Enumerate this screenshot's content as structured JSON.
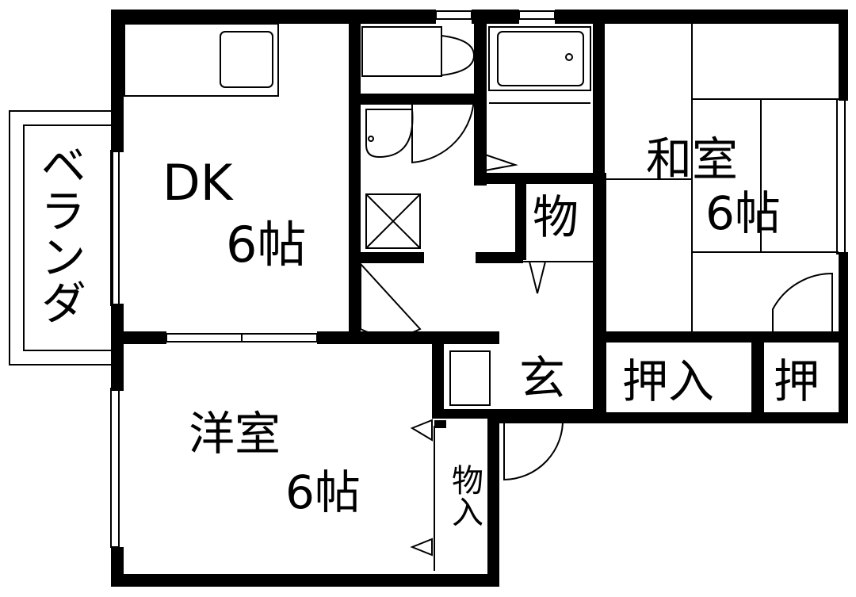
{
  "colors": {
    "wall": "#000000",
    "line": "#000000",
    "background": "#ffffff",
    "fixture_fill": "#ffffff"
  },
  "rooms": {
    "veranda": "ベランダ",
    "dk_name": "DK",
    "dk_size": "6帖",
    "washitsu_name": "和室",
    "washitsu_size": "6帖",
    "youshitsu_name": "洋室",
    "youshitsu_size": "6帖",
    "storage_mono": "物",
    "storage_monoire": "物入",
    "genkan": "玄",
    "oshiire": "押入",
    "oshi": "押"
  }
}
